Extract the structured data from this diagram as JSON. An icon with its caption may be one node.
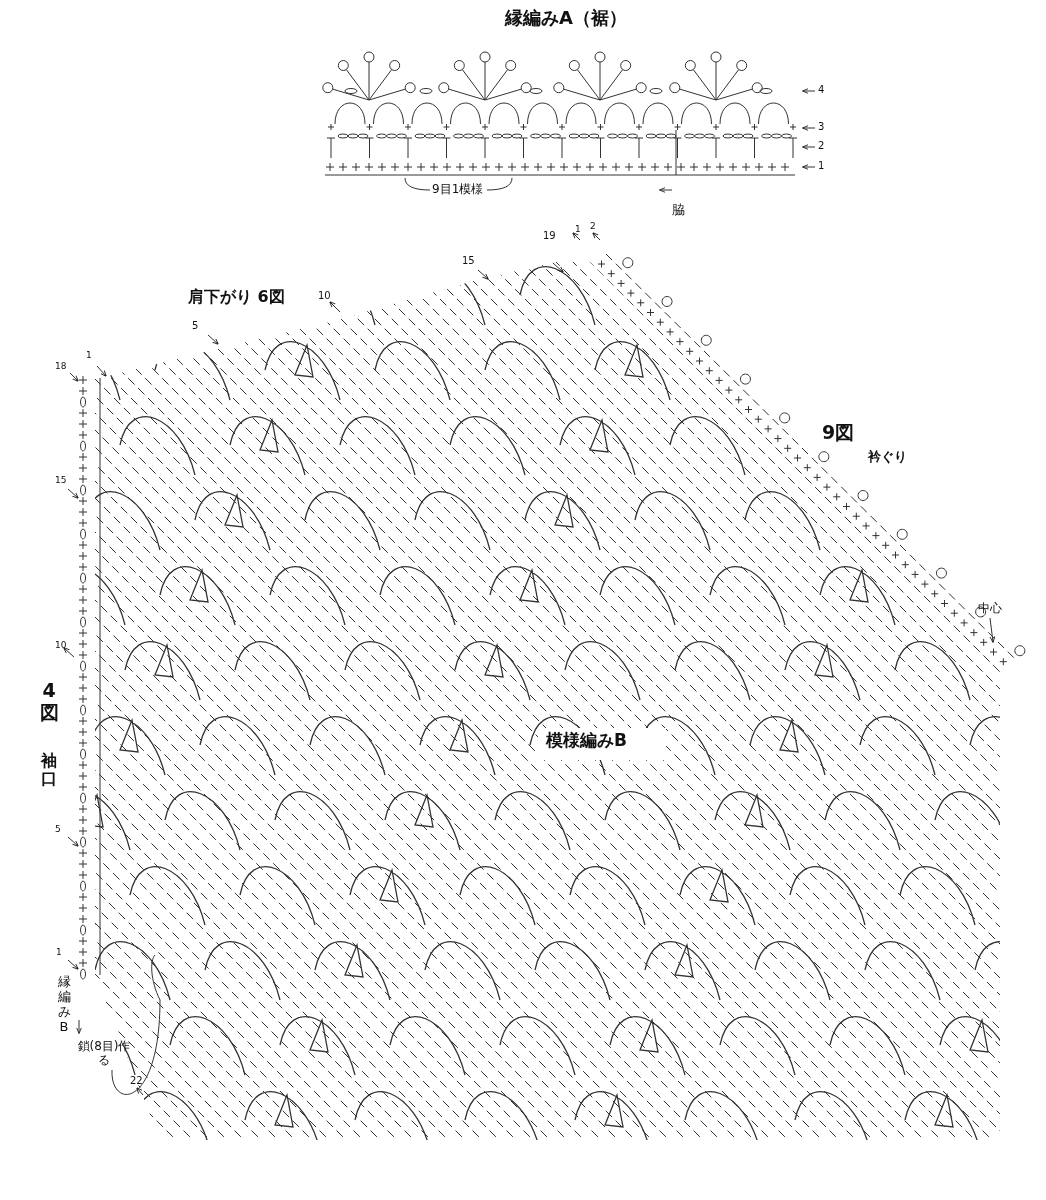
{
  "diagram": {
    "nodes": [
      {
        "text": [
          "中心"
        ]
      },
      {
        "text": [
          "鎖(8目)作る"
        ]
      }
    ],
    "edges": [
      {
        "from": 0,
        "to": null,
        "arrow": "to"
      },
      {
        "from": 1,
        "to": null,
        "arrow": "none"
      }
    ],
    "labels": [
      "縁編みA（裾）",
      "4",
      "3",
      "2",
      "1",
      "9目1模様",
      "脇",
      "1",
      "2",
      "19",
      "15",
      "10",
      "肩下がり 6図",
      "5",
      "1",
      "18",
      "9図",
      "衿ぐり",
      "15",
      "10",
      "4図",
      "袖口",
      "模様編みB",
      "5",
      "1",
      "縁編みB",
      "22"
    ]
  }
}
